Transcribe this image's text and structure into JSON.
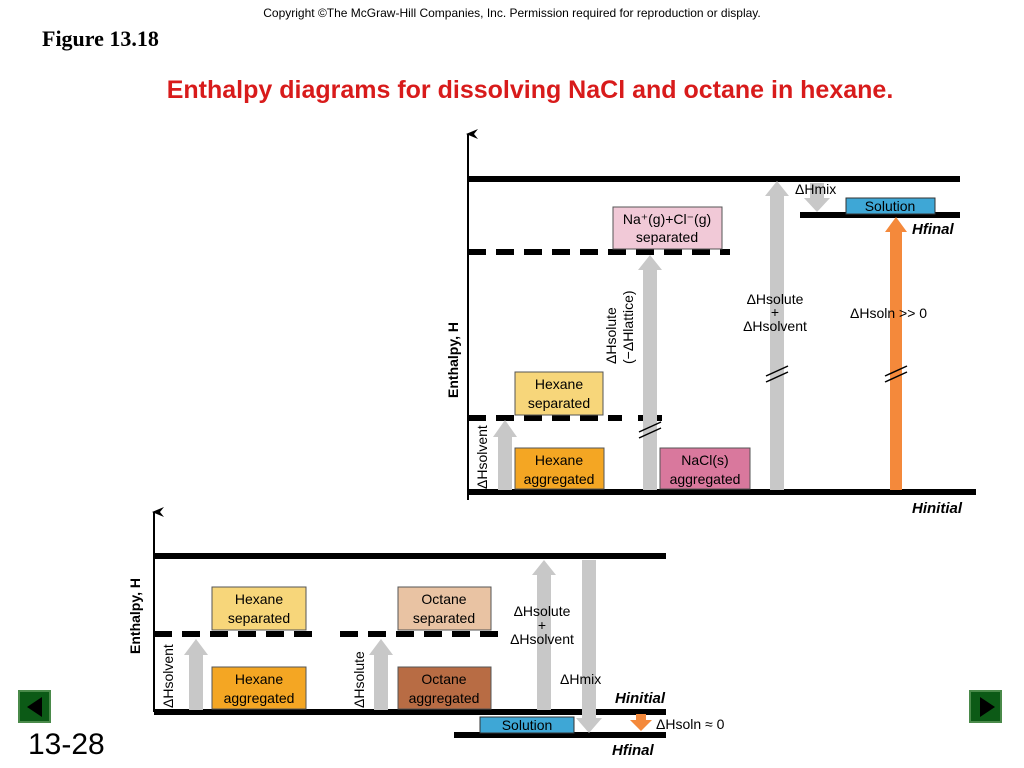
{
  "header": {
    "copyright": "Copyright ©The McGraw-Hill Companies, Inc.  Permission required for reproduction or display.",
    "figure_label": "Figure 13.18",
    "title": "Enthalpy diagrams for dissolving NaCl and octane in hexane."
  },
  "colors": {
    "title": "#d81b1b",
    "hexane_box": "#f7d67a",
    "hexane_aggregated_box": "#f4a623",
    "nacl_separated_box": "#f1c9d7",
    "nacl_aggregated_box": "#d9789d",
    "octane_separated_box": "#e9c3a3",
    "octane_aggregated_box": "#b86c44",
    "solution_box": "#3ea7d6",
    "gray_arrow": "#c8c8c8",
    "orange_arrow": "#f4893b",
    "nav_button": "#0c5a16"
  },
  "diagram_nacl": {
    "y_axis_label": "Enthalpy, H",
    "na_line1": "Na⁺(g)+Cl⁻(g)",
    "na_line2": "separated",
    "hexane_separated_1": "Hexane",
    "hexane_separated_2": "separated",
    "hexane_aggregated_1": "Hexane",
    "hexane_aggregated_2": "aggregated",
    "nacl_aggregated_1": "NaCl(s)",
    "nacl_aggregated_2": "aggregated",
    "solution": "Solution",
    "dh_solvent": "ΔHsolvent",
    "dh_solute_1": "ΔHsolute",
    "dh_solute_2": "(−ΔHlattice)",
    "dh_sum_1": "ΔHsolute",
    "dh_sum_2": "+",
    "dh_sum_3": "ΔHsolvent",
    "dh_mix": "ΔHmix",
    "dh_soln": "ΔHsoln >> 0",
    "h_final": "Hfinal",
    "h_initial": "Hinitial"
  },
  "diagram_octane": {
    "y_axis_label": "Enthalpy, H",
    "hexane_separated_1": "Hexane",
    "hexane_separated_2": "separated",
    "octane_separated_1": "Octane",
    "octane_separated_2": "separated",
    "hexane_aggregated_1": "Hexane",
    "hexane_aggregated_2": "aggregated",
    "octane_aggregated_1": "Octane",
    "octane_aggregated_2": "aggregated",
    "solution": "Solution",
    "dh_solvent": "ΔHsolvent",
    "dh_solute": "ΔHsolute",
    "dh_sum_1": "ΔHsolute",
    "dh_sum_2": "+",
    "dh_sum_3": "ΔHsolvent",
    "dh_mix": "ΔHmix",
    "dh_soln": "ΔHsoln ≈ 0",
    "h_initial": "Hinitial",
    "h_final": "Hfinal"
  },
  "footer": {
    "slide_number": "13-28"
  }
}
